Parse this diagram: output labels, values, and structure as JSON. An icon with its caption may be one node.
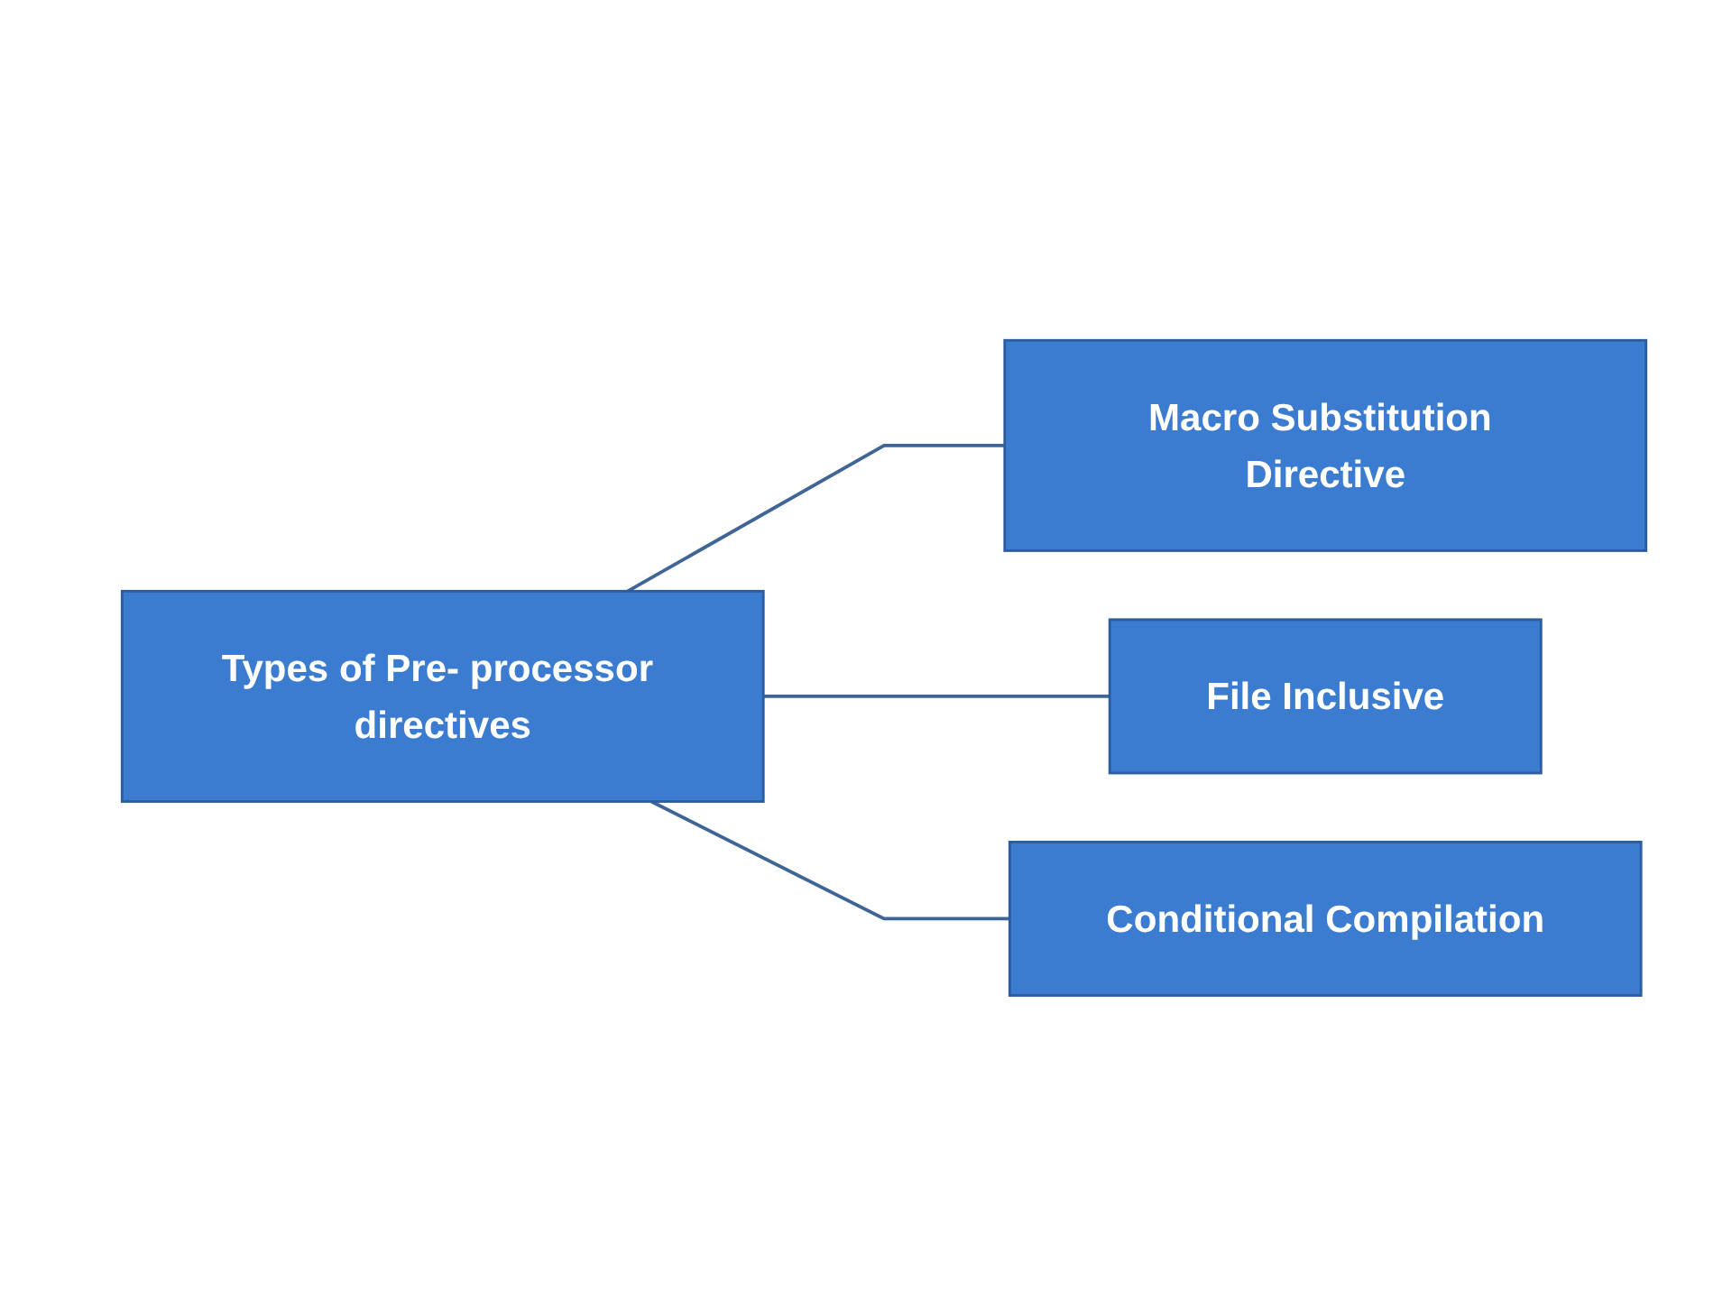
{
  "diagram": {
    "nodes": [
      {
        "text": [
          "Types of Pre- processor directives"
        ]
      },
      {
        "text": [
          "Macro Substitution Directive"
        ]
      },
      {
        "text": [
          "File Inclusive"
        ]
      },
      {
        "text": [
          "Conditional Compilation"
        ]
      }
    ],
    "edges": [
      {
        "from": 0,
        "to": 1,
        "arrow": "none"
      },
      {
        "from": 0,
        "to": 2,
        "arrow": "none"
      },
      {
        "from": 0,
        "to": 3,
        "arrow": "none"
      }
    ]
  }
}
